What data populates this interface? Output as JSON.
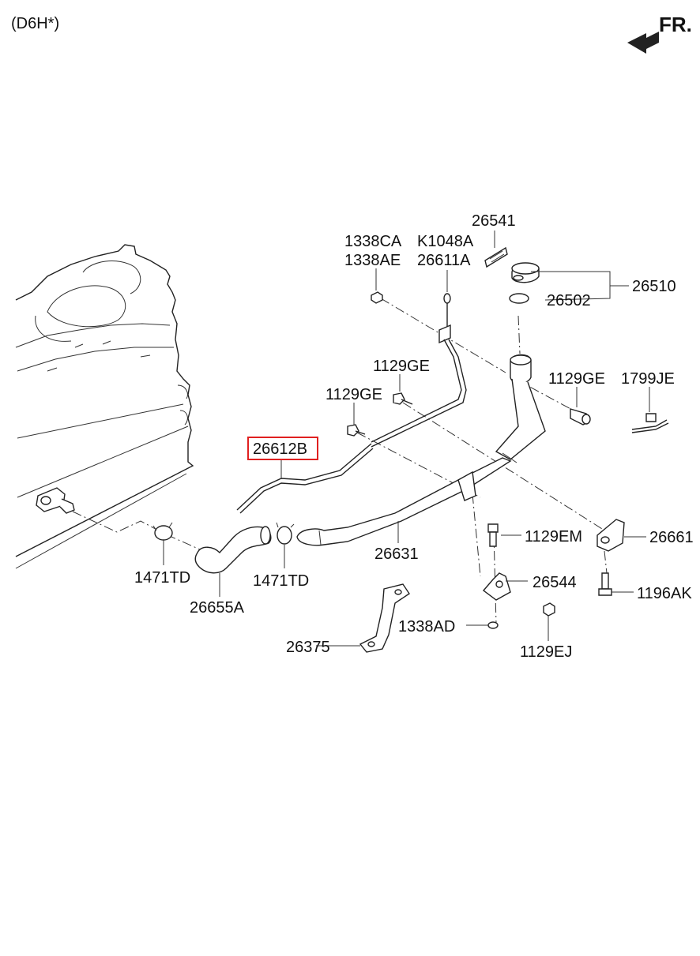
{
  "variant": "(D6H*)",
  "direction": "FR.",
  "highlighted_part": "26612B",
  "labels": {
    "p26541": "26541",
    "p1338CA": "1338CA",
    "p1338AE": "1338AE",
    "pK1048A": "K1048A",
    "p26611A": "26611A",
    "p26510": "26510",
    "p26502": "26502",
    "p1129GE_a": "1129GE",
    "p1129GE_b": "1129GE",
    "p1129GE_c": "1129GE",
    "p1799JE": "1799JE",
    "p26612B": "26612B",
    "p26661": "26661",
    "p1129EM": "1129EM",
    "p26631": "26631",
    "p26544": "26544",
    "p1196AK": "1196AK",
    "p1471TD_a": "1471TD",
    "p1471TD_b": "1471TD",
    "p26655A": "26655A",
    "p1338AD": "1338AD",
    "p1129EJ": "1129EJ",
    "p26375": "26375"
  }
}
